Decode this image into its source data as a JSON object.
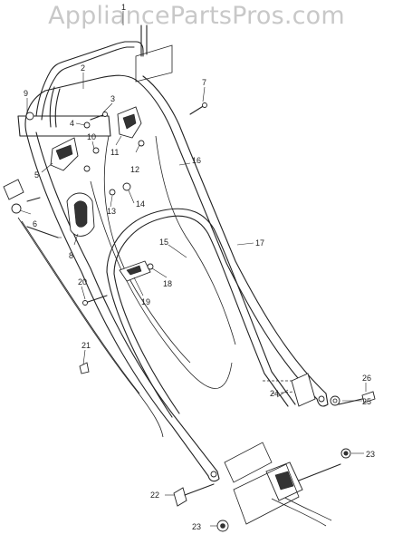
{
  "watermark": "AppliancePartsPros.com",
  "labels": [
    "1",
    "2",
    "3",
    "4",
    "5",
    "6",
    "7",
    "8",
    "9",
    "10",
    "11",
    "12",
    "13",
    "14",
    "15",
    "16",
    "17",
    "18",
    "19",
    "20",
    "21",
    "22",
    "23",
    "24",
    "25",
    "26"
  ],
  "colors": {
    "line": "#222222",
    "watermark": "#c8c8c8",
    "background": "#ffffff"
  }
}
